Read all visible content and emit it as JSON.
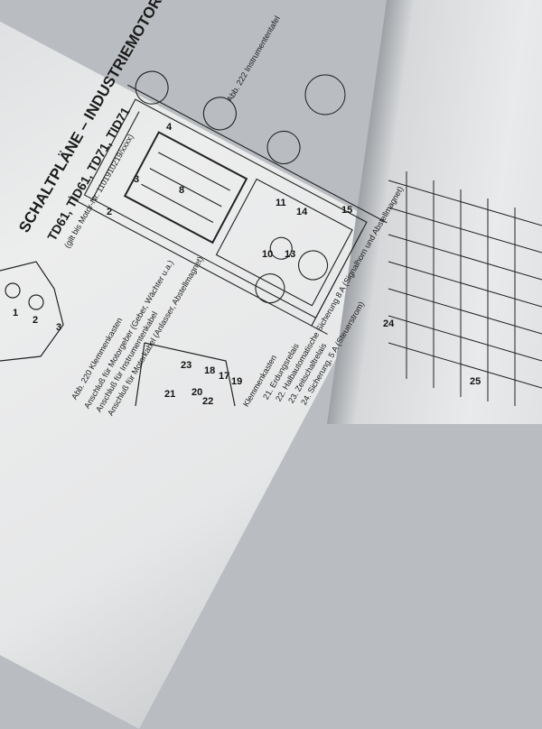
{
  "document": {
    "title": "SCHALTPLÄNE – INDUSTRIEMOTOREN",
    "subtitle": "TD61, TID61, TD71, TID71",
    "note": "(gilt bis Motor-Nr. 1101910219/xxxx)",
    "fig220": {
      "caption": "Abb. 220  Klemmenkasten",
      "items": [
        "Anschluß für Motorgeber (Geber, Wächter u.a.)",
        "Anschluß für Instrumentenkabel",
        "Anschluß für Motorkabel (Anlasser, Abstellmagnet)"
      ],
      "labels": [
        "1",
        "2",
        "3"
      ]
    },
    "fig221": {
      "caption": "Klemmenkasten",
      "items": [
        "21. Erdungsrelais",
        "22. Halbautomatische Sicherung 8 A (Signalhorn und Abstellmagnet)",
        "23. Zeitschaltrelais",
        "24. Sicherung, 5 A (Steuerstrom)"
      ],
      "labels": [
        "23",
        "18",
        "17",
        "19",
        "21",
        "20",
        "22"
      ]
    },
    "fig222_caption": "Abb. 222  Instrumententafel",
    "diagram_labels": [
      "2",
      "3",
      "4",
      "8",
      "10",
      "11",
      "13",
      "14",
      "15",
      "24",
      "25"
    ],
    "paper_color": "#e9eaeb",
    "ink_color": "#1b1b1b"
  }
}
